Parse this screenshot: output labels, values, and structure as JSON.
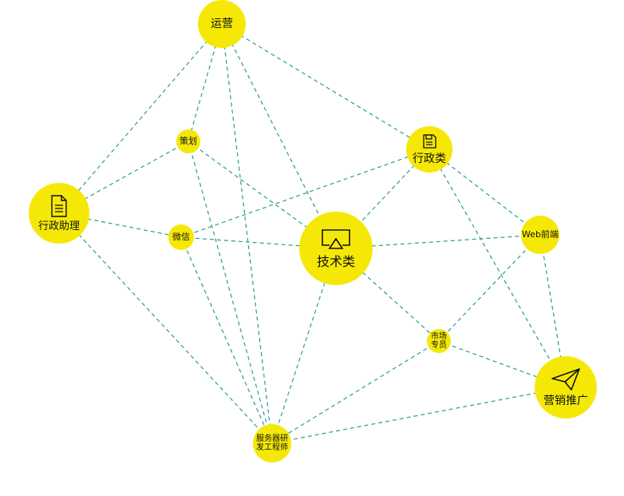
{
  "colors": {
    "node": "#f5e807",
    "edge": "#2a9d8f",
    "text": "#111111"
  },
  "nodes": [
    {
      "id": "yunying",
      "label": "运营",
      "icon": ""
    },
    {
      "id": "cehua",
      "label": "策划",
      "icon": ""
    },
    {
      "id": "xingzhenglei",
      "label": "行政类",
      "icon": "save-icon"
    },
    {
      "id": "xingzhengzhuli",
      "label": "行政助理",
      "icon": "document-icon"
    },
    {
      "id": "weixin",
      "label": "微信",
      "icon": ""
    },
    {
      "id": "jishulei",
      "label": "技术类",
      "icon": "airplay-icon"
    },
    {
      "id": "webqianduan",
      "label": "Web前端",
      "icon": ""
    },
    {
      "id": "shichang",
      "label": "市场\n专员",
      "icon": ""
    },
    {
      "id": "yingxiao",
      "label": "营销推广",
      "icon": "paper-plane-icon"
    },
    {
      "id": "fuwuqi",
      "label": "服务器研\n发工程师",
      "icon": ""
    }
  ],
  "edges": [
    [
      "yunying",
      "xingzhengzhuli"
    ],
    [
      "yunying",
      "cehua"
    ],
    [
      "yunying",
      "fuwuqi"
    ],
    [
      "yunying",
      "jishulei"
    ],
    [
      "yunying",
      "xingzhenglei"
    ],
    [
      "cehua",
      "xingzhengzhuli"
    ],
    [
      "cehua",
      "jishulei"
    ],
    [
      "cehua",
      "fuwuqi"
    ],
    [
      "xingzhengzhuli",
      "weixin"
    ],
    [
      "xingzhengzhuli",
      "fuwuqi"
    ],
    [
      "weixin",
      "xingzhenglei"
    ],
    [
      "weixin",
      "jishulei"
    ],
    [
      "weixin",
      "fuwuqi"
    ],
    [
      "xingzhenglei",
      "jishulei"
    ],
    [
      "xingzhenglei",
      "webqianduan"
    ],
    [
      "xingzhenglei",
      "yingxiao"
    ],
    [
      "jishulei",
      "webqianduan"
    ],
    [
      "jishulei",
      "shichang"
    ],
    [
      "jishulei",
      "fuwuqi"
    ],
    [
      "webqianduan",
      "shichang"
    ],
    [
      "webqianduan",
      "yingxiao"
    ],
    [
      "shichang",
      "yingxiao"
    ],
    [
      "shichang",
      "fuwuqi"
    ],
    [
      "yingxiao",
      "fuwuqi"
    ]
  ]
}
